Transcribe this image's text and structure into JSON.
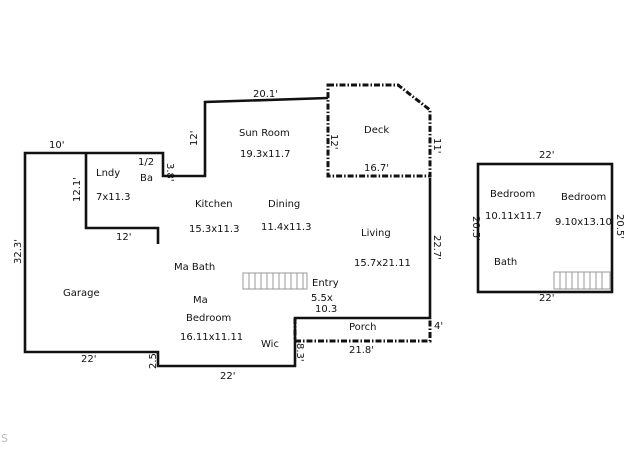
{
  "main_plan": {
    "dimensions": {
      "top_20_1": "20.1'",
      "sunroom_12": "12'",
      "deck_12": "12'",
      "deck_11": "11'",
      "deck_16_7": "16.7'",
      "garage_10": "10'",
      "garage_12_1": "12.1'",
      "garage_32_3": "32.3'",
      "garage_22": "22'",
      "step_3_8": "3.8'",
      "lndy_12": "12'",
      "right_22_7": "22.7'",
      "porch_4": "4'",
      "porch_21_8": "21.8'",
      "bottom_8_3": "8.3'",
      "bottom_22": "22'",
      "bottom_2_5": "2.5'"
    },
    "rooms": {
      "sun_room": {
        "name": "Sun Room",
        "size": "19.3x11.7"
      },
      "deck": {
        "name": "Deck",
        "size": "16.7'"
      },
      "lndy": {
        "name": "Lndy",
        "size": "7x11.3"
      },
      "half_bath": {
        "line1": "1/2",
        "line2": "Ba"
      },
      "kitchen": {
        "name": "Kitchen",
        "size": "15.3x11.3"
      },
      "dining": {
        "name": "Dining",
        "size": "11.4x11.3"
      },
      "living": {
        "name": "Living",
        "size": "15.7x21.11"
      },
      "garage": {
        "name": "Garage"
      },
      "ma_bath": {
        "name": "Ma Bath"
      },
      "entry": {
        "name": "Entry",
        "size_line1": "5.5x",
        "size_line2": "10.3"
      },
      "ma_bedroom": {
        "line1": "Ma",
        "line2": "Bedroom",
        "size": "16.11x11.11"
      },
      "wic": {
        "name": "Wic"
      },
      "porch": {
        "name": "Porch"
      }
    }
  },
  "upper_plan": {
    "dimensions": {
      "top_22": "22'",
      "bottom_22": "22'",
      "left_20_5": "20.5'",
      "right_20_5": "20.5'"
    },
    "rooms": {
      "bedroom_1": {
        "name": "Bedroom",
        "size": "10.11x11.7"
      },
      "bedroom_2": {
        "name": "Bedroom",
        "size": "9.10x13.10"
      },
      "bath": {
        "name": "Bath"
      }
    }
  },
  "watermark": "S"
}
